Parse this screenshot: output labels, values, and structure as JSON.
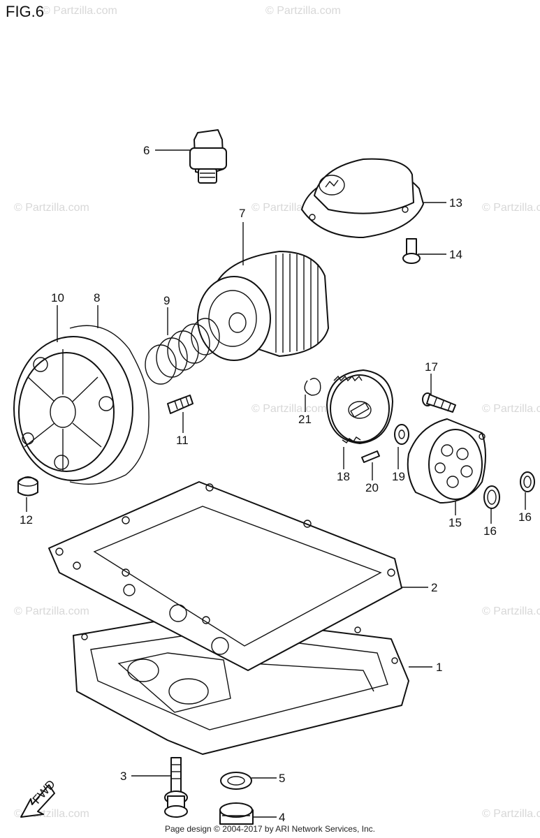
{
  "figure": {
    "title": "FIG.6"
  },
  "watermark": "© Partzilla.com",
  "parts": [
    {
      "ref": "1"
    },
    {
      "ref": "2"
    },
    {
      "ref": "3"
    },
    {
      "ref": "4"
    },
    {
      "ref": "5"
    },
    {
      "ref": "6"
    },
    {
      "ref": "7"
    },
    {
      "ref": "8"
    },
    {
      "ref": "9"
    },
    {
      "ref": "10"
    },
    {
      "ref": "11"
    },
    {
      "ref": "12"
    },
    {
      "ref": "13"
    },
    {
      "ref": "14"
    },
    {
      "ref": "15"
    },
    {
      "ref": "16"
    },
    {
      "ref": "17"
    },
    {
      "ref": "18"
    },
    {
      "ref": "19"
    },
    {
      "ref": "20"
    },
    {
      "ref": "21"
    }
  ],
  "direction_arrow_label": "FWD",
  "footer": {
    "text": "Page design © 2004-2017 by ARI Network Services, Inc."
  }
}
